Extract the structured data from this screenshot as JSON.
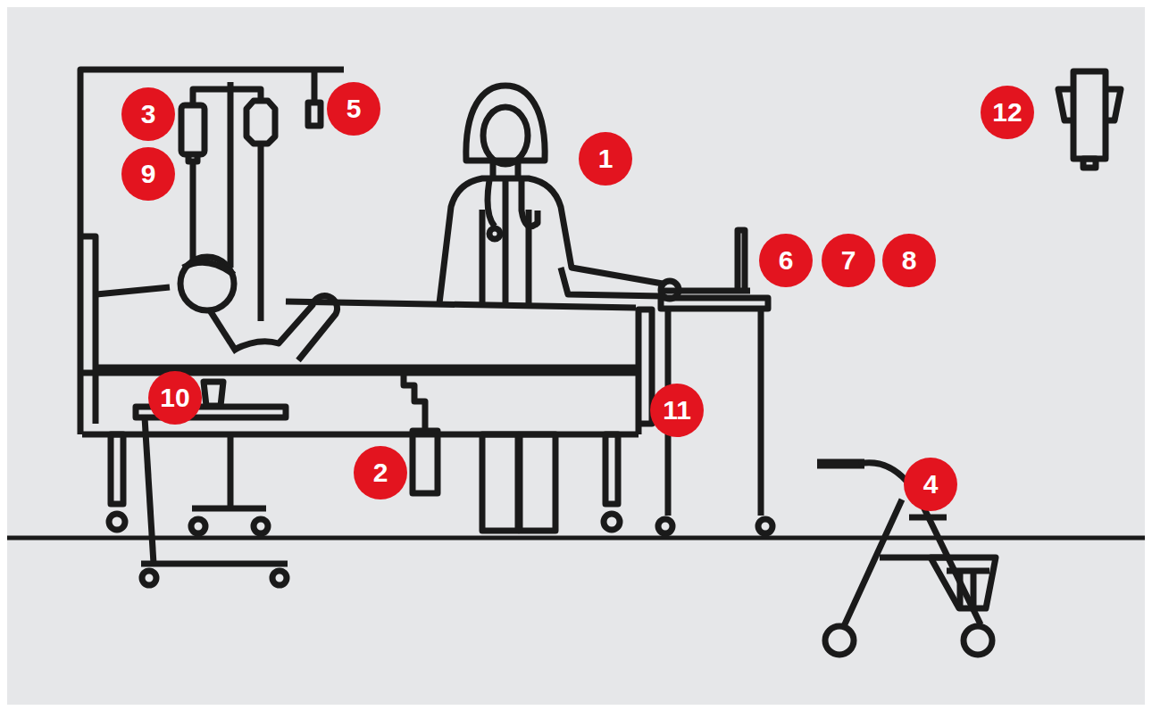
{
  "diagram": {
    "labels": [
      "3",
      "5",
      "12",
      "1",
      "9",
      "6",
      "7",
      "8",
      "10",
      "11",
      "2",
      "4"
    ]
  }
}
